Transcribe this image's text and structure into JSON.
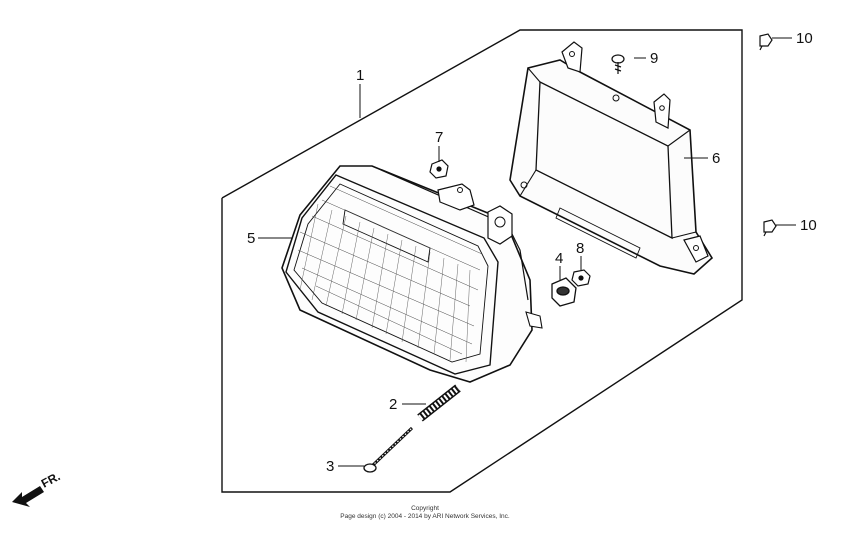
{
  "callouts": {
    "c1": "1",
    "c2": "2",
    "c3": "3",
    "c4": "4",
    "c5": "5",
    "c6": "6",
    "c7": "7",
    "c8": "8",
    "c9": "9",
    "c10a": "10",
    "c10b": "10"
  },
  "direction_label": "FR.",
  "copyright": {
    "line1": "Copyright",
    "line2": "Page design (c) 2004 - 2014 by ARI Network Services, Inc."
  },
  "colors": {
    "ink": "#111111",
    "paper": "#ffffff"
  }
}
